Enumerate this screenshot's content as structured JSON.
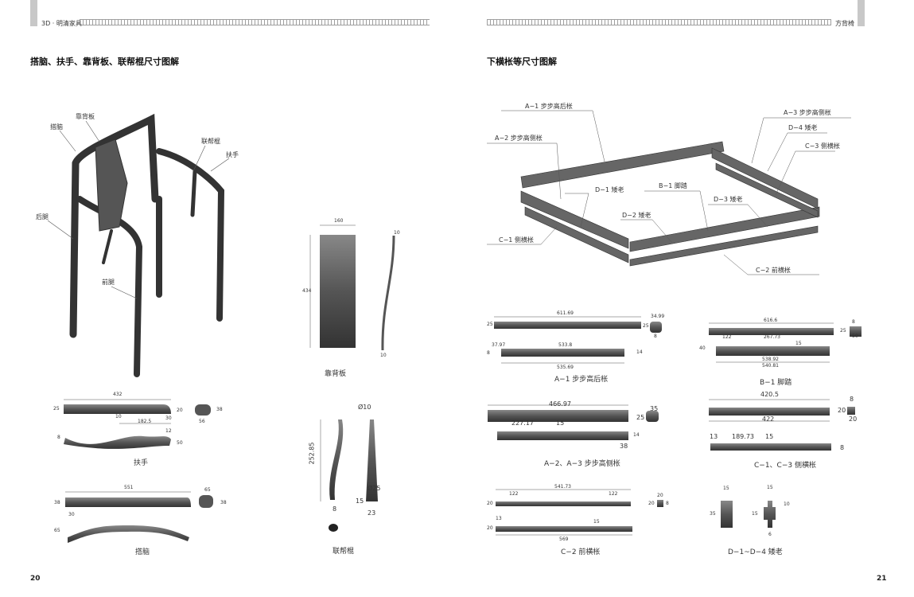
{
  "left_page": {
    "series_header": "3D · 明清家具",
    "section_title": "搭脑、扶手、靠背板、联帮棍尺寸图解",
    "page_number": "20",
    "chair_labels": {
      "back_splat": "靠背板",
      "crest_rail": "搭脑",
      "side_post": "联帮棍",
      "armrest": "扶手",
      "rear_leg": "后腿",
      "front_leg": "前腿"
    },
    "armrest": {
      "caption": "扶手",
      "dims": [
        "432",
        "25",
        "10",
        "182.5",
        "30",
        "20",
        "12",
        "8",
        "50",
        "38",
        "56"
      ]
    },
    "crest_rail": {
      "caption": "搭脑",
      "dims": [
        "551",
        "38",
        "30",
        "65",
        "38",
        "65"
      ]
    },
    "back_splat": {
      "caption": "靠背板",
      "dims": [
        "160",
        "434",
        "10",
        "10"
      ]
    },
    "side_post": {
      "caption": "联帮棍",
      "dims": [
        "252.85",
        "8",
        "Ø10",
        "Ø25",
        "15",
        "23"
      ]
    }
  },
  "right_page": {
    "series_header": "方背椅",
    "section_title": "下横枨等尺寸图解",
    "page_number": "21",
    "assembly_labels": {
      "a1": "A−1 步步高后枨",
      "a2": "A−2 步步高侧枨",
      "a3": "A−3 步步高侧枨",
      "d4": "D−4 矮老",
      "c3": "C−3 侧横枨",
      "d1": "D−1 矮老",
      "b1": "B−1 脚踏",
      "d3": "D−3 矮老",
      "d2": "D−2 矮老",
      "c1": "C−1 侧横枨",
      "c2": "C−2 前横枨"
    },
    "a1": {
      "caption": "A−1 步步高后枨",
      "dims": [
        "611.69",
        "25",
        "34.99",
        "25",
        "8",
        "37.97",
        "533.8",
        "535.69",
        "8",
        "14"
      ]
    },
    "a2a3": {
      "caption": "A−2、A−3 步步高侧枨",
      "dims": [
        "466.97",
        "35",
        "25",
        "227.17",
        "15",
        "14",
        "38"
      ]
    },
    "b1": {
      "caption": "B−1 脚踏",
      "dims": [
        "616.6",
        "122",
        "267.73",
        "8",
        "25",
        "50",
        "40",
        "15",
        "538.92",
        "540.81"
      ]
    },
    "c1c3": {
      "caption": "C−1、C−3 侧横枨",
      "dims": [
        "420.5",
        "422",
        "8",
        "20",
        "20",
        "13",
        "189.73",
        "15",
        "8"
      ]
    },
    "c2": {
      "caption": "C−2 前横枨",
      "dims": [
        "541.73",
        "122",
        "122",
        "20",
        "20",
        "20",
        "8",
        "13",
        "15",
        "20",
        "569"
      ]
    },
    "d": {
      "caption": "D−1~D−4 矮老",
      "dims": [
        "15",
        "35",
        "15",
        "10",
        "15",
        "6"
      ]
    }
  }
}
